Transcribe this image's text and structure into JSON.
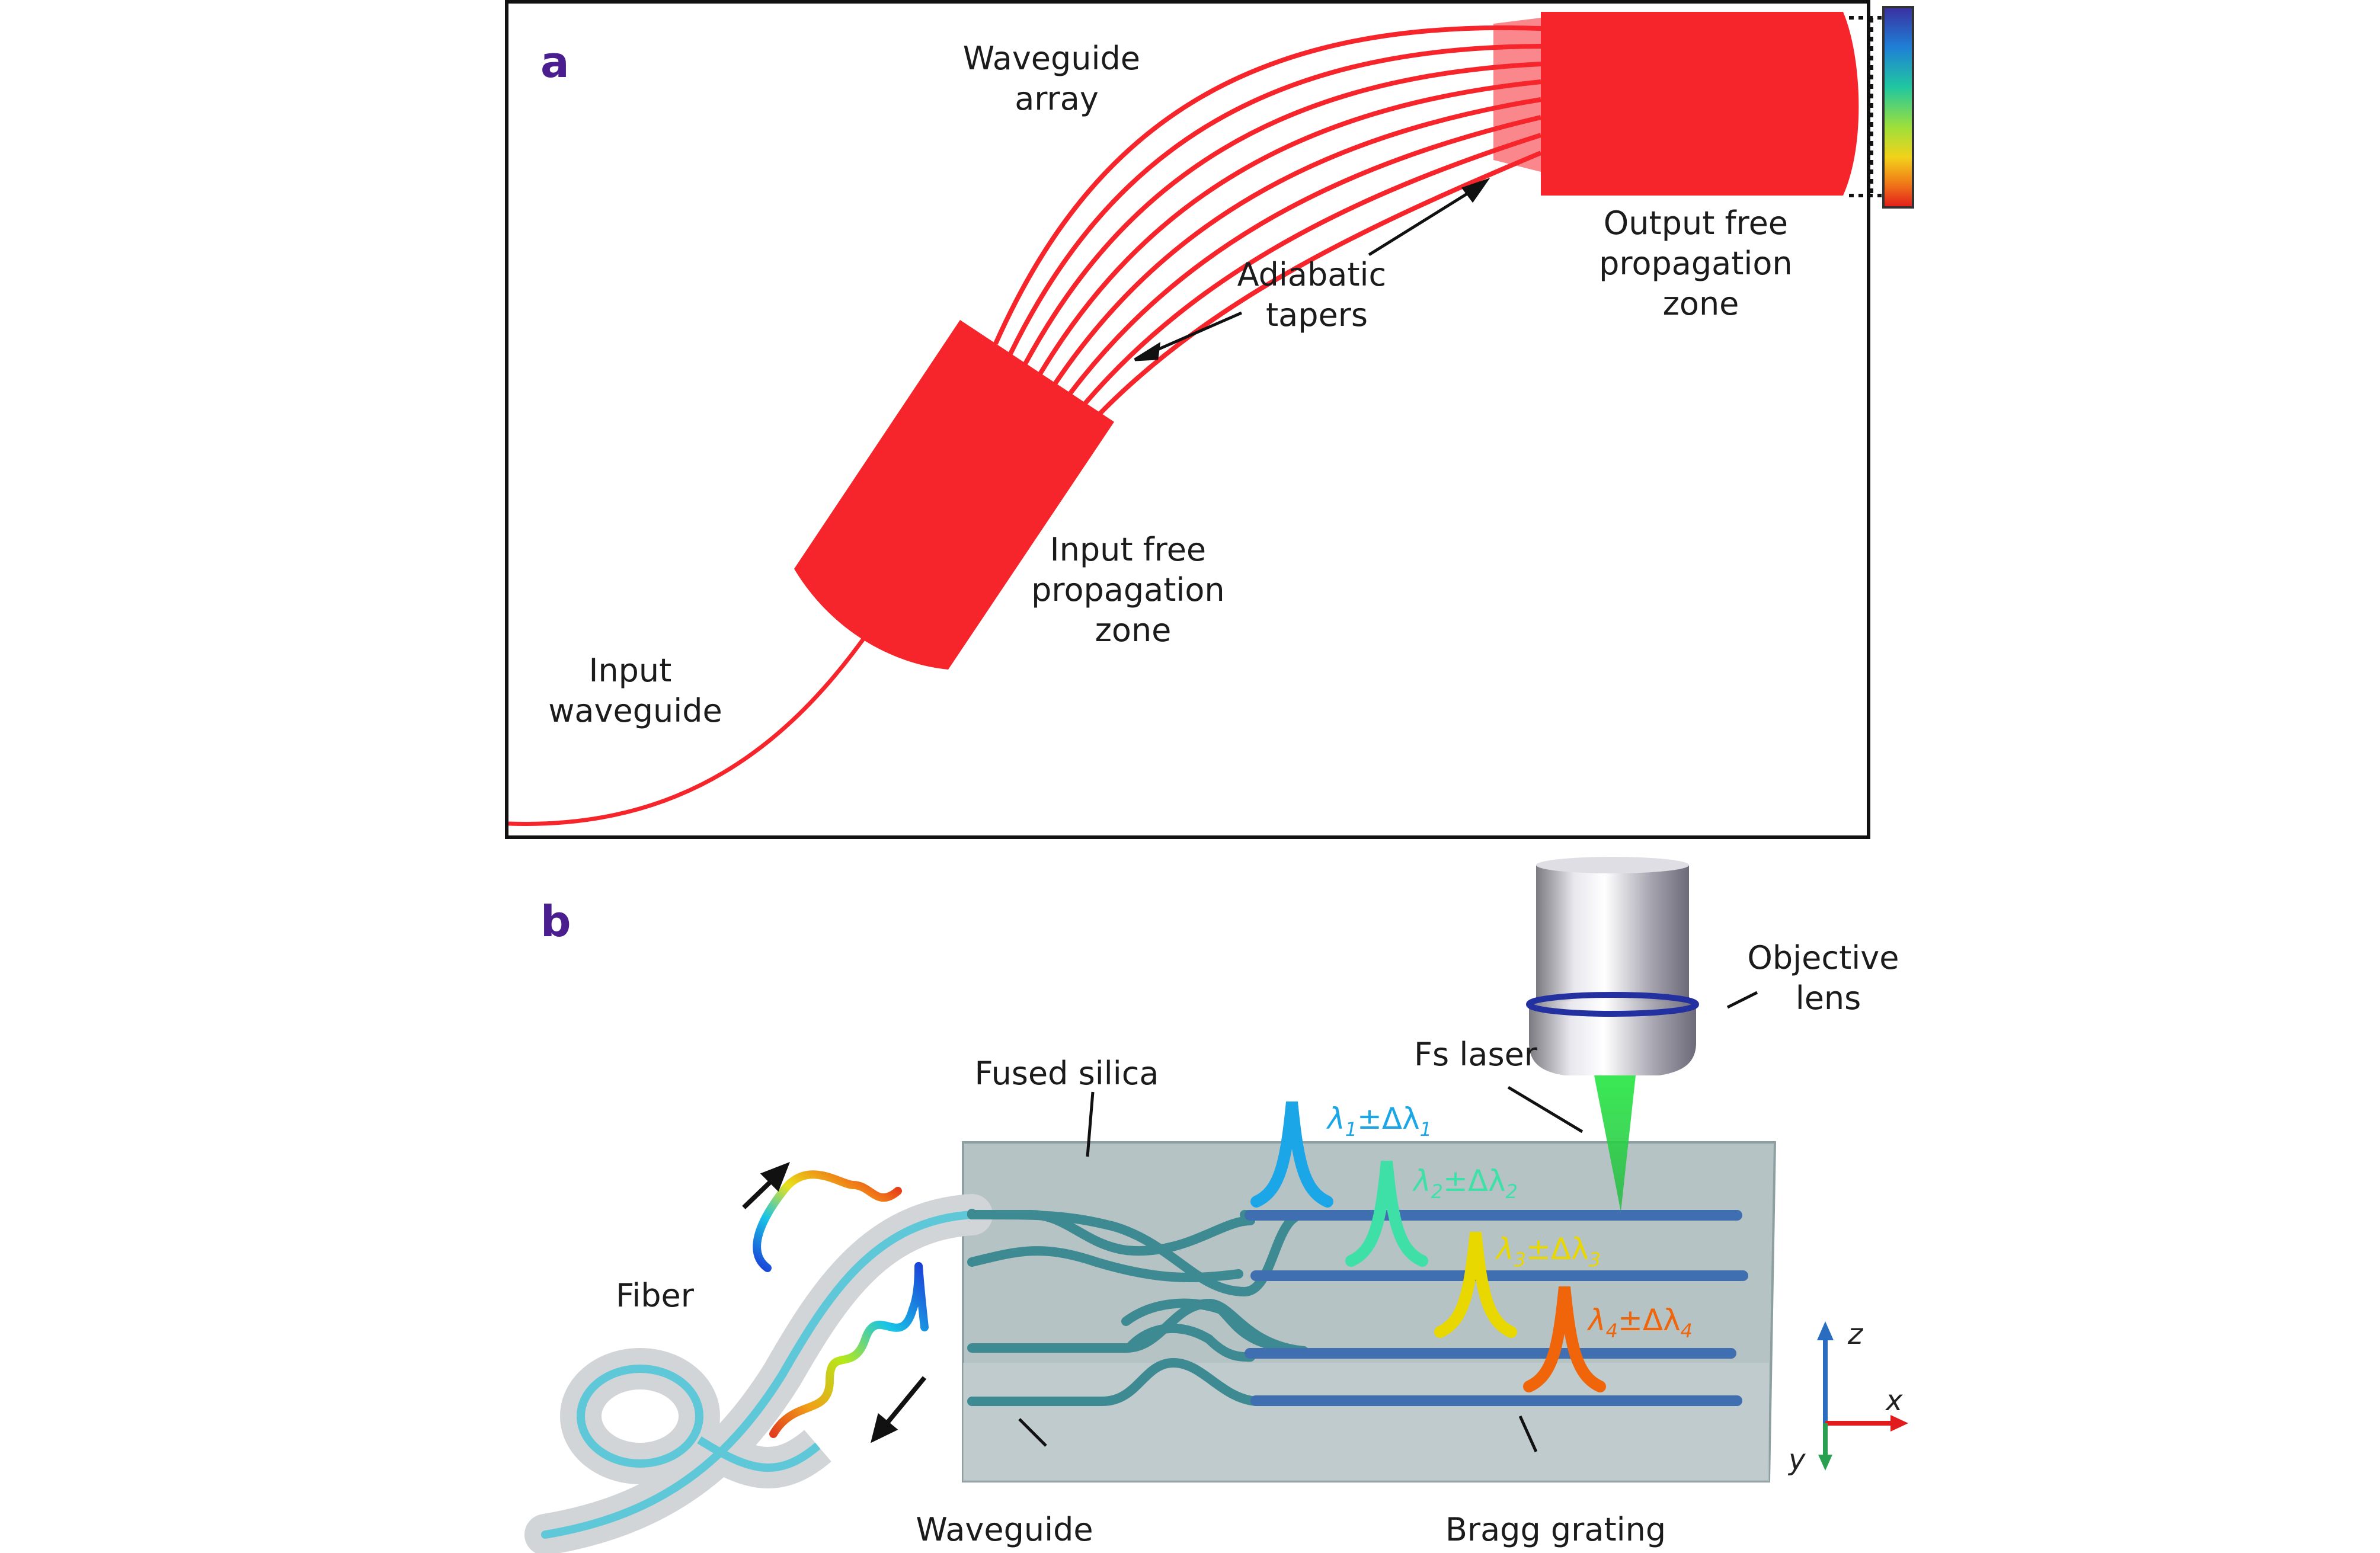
{
  "panel_a": {
    "letter": "a",
    "labels": {
      "waveguide_array": [
        "Waveguide",
        "array"
      ],
      "adiabatic_tapers": [
        "Adiabatic",
        "tapers"
      ],
      "output_zone": [
        "Output free",
        "propagation",
        "zone"
      ],
      "input_zone": [
        "Input free",
        "propagation",
        "zone"
      ],
      "input_waveguide": [
        "Input",
        "waveguide"
      ]
    },
    "colors": {
      "waveguide": "#f5252b",
      "frame": "#111111"
    }
  },
  "panel_b": {
    "letter": "b",
    "labels": {
      "objective_lens": [
        "Objective",
        "lens"
      ],
      "fs_laser": "Fs laser",
      "fused_silica": "Fused silica",
      "fiber": "Fiber",
      "waveguide": "Waveguide",
      "bragg_grating": "Bragg grating"
    },
    "wavelengths": [
      {
        "lam": "λ",
        "sub": "1",
        "pm": "±Δλ",
        "sub2": "1",
        "color": "#1ba6e8"
      },
      {
        "lam": "λ",
        "sub": "2",
        "pm": "±Δλ",
        "sub2": "2",
        "color": "#3fe0a8"
      },
      {
        "lam": "λ",
        "sub": "3",
        "pm": "±Δλ",
        "sub2": "3",
        "color": "#e8d800"
      },
      {
        "lam": "λ",
        "sub": "4",
        "pm": "±Δλ",
        "sub2": "4",
        "color": "#f0640a"
      }
    ],
    "axes": {
      "z": "z",
      "x": "x",
      "y": "y"
    }
  }
}
